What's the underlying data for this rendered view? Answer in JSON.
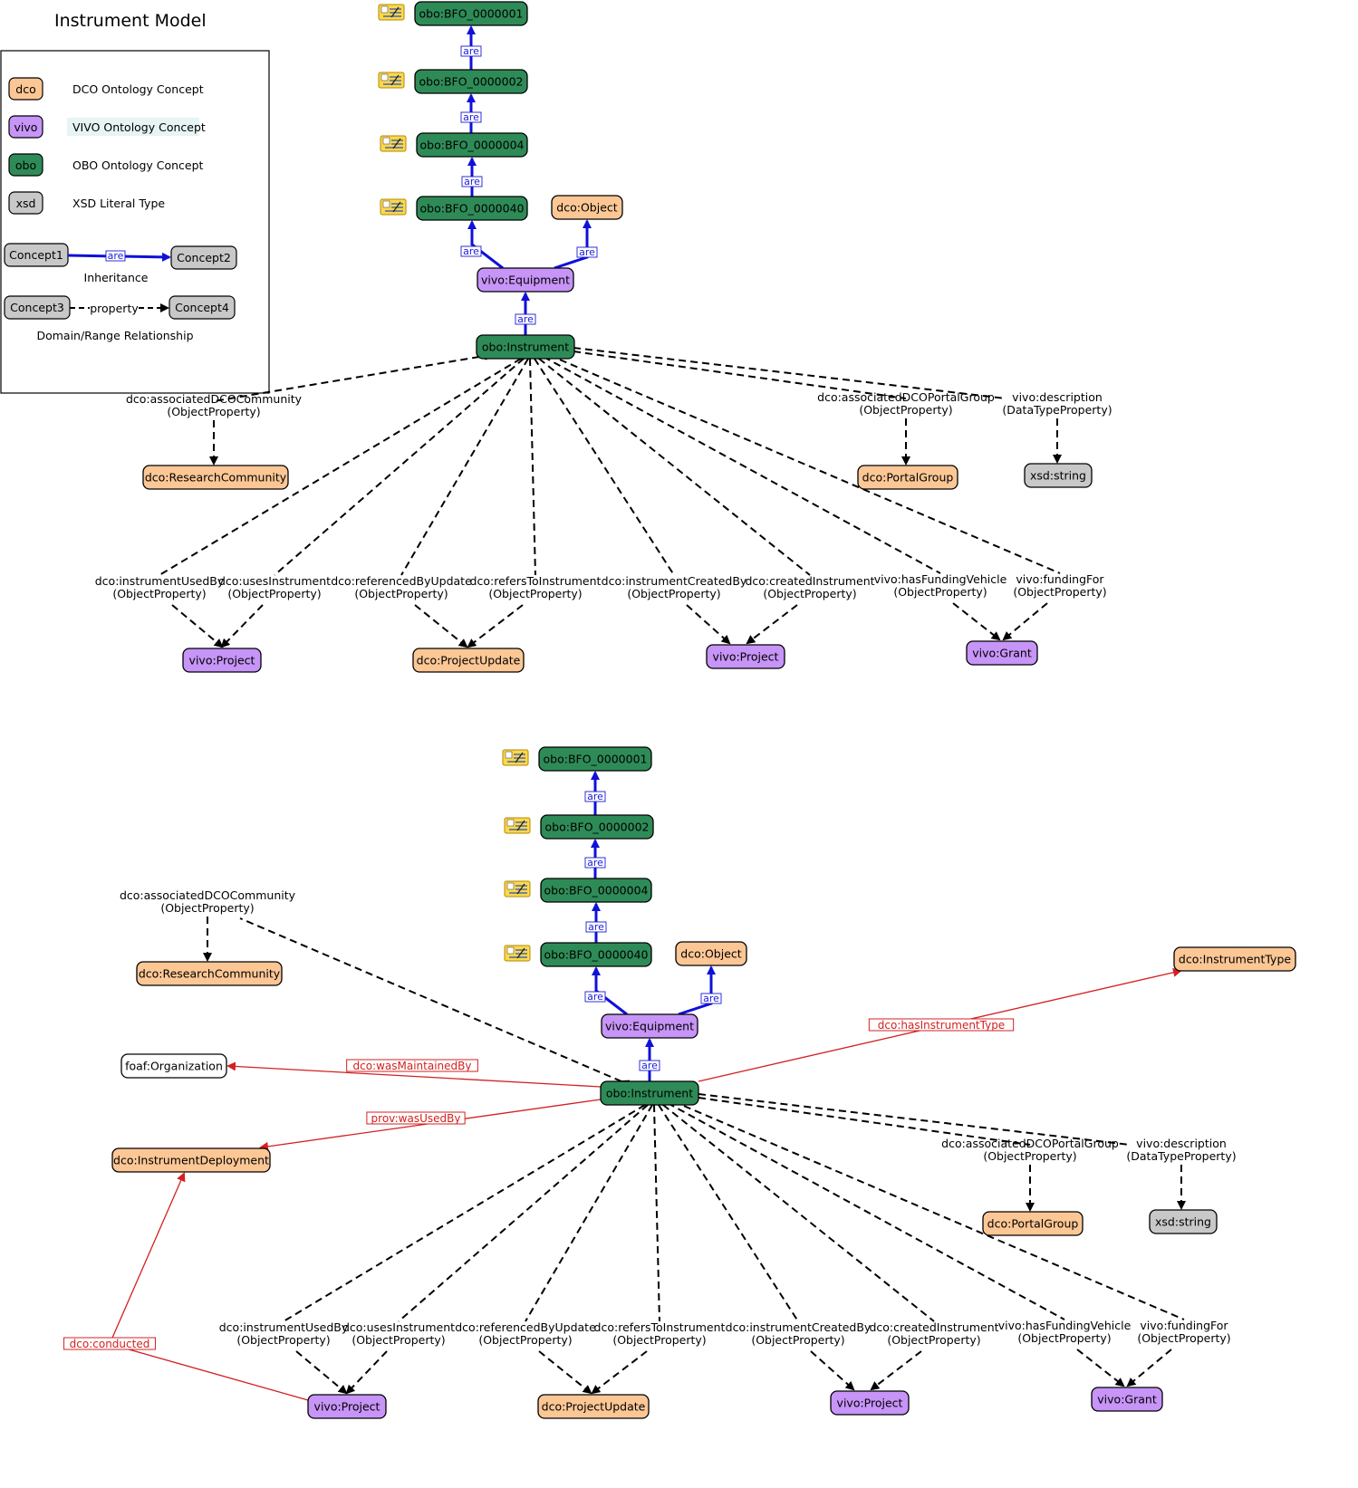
{
  "title": "Instrument Model",
  "colors": {
    "dco": "#fcc795",
    "vivo": "#c794f7",
    "obo": "#2e8b57",
    "xsd": "#c8c8c8",
    "plain": "#ffffff",
    "inherit": "#1010d8",
    "property": "#000000",
    "new_relation": "#d42020",
    "new_text": "#d42020"
  },
  "legend": {
    "items": [
      {
        "swatch": "dco",
        "text": "DCO Ontology Concept",
        "kind": "dco"
      },
      {
        "swatch": "vivo",
        "text": "VIVO Ontology Concept",
        "kind": "vivo"
      },
      {
        "swatch": "obo",
        "text": "OBO Ontology Concept",
        "kind": "obo"
      },
      {
        "swatch": "xsd",
        "text": "XSD Literal Type",
        "kind": "xsd"
      }
    ],
    "inheritance": {
      "from": "Concept1",
      "to": "Concept2",
      "edge_label": "are",
      "caption": "Inheritance"
    },
    "property": {
      "from": "Concept3",
      "to": "Concept4",
      "edge_label": "property",
      "caption": "Domain/Range Relationship"
    }
  },
  "diagrams": [
    {
      "name": "top",
      "nodes": [
        {
          "id": "bfo1",
          "text": "obo:BFO_0000001",
          "kind": "obo",
          "note_icon": true
        },
        {
          "id": "bfo2",
          "text": "obo:BFO_0000002",
          "kind": "obo",
          "note_icon": true
        },
        {
          "id": "bfo4",
          "text": "obo:BFO_0000004",
          "kind": "obo",
          "note_icon": true
        },
        {
          "id": "bfo40",
          "text": "obo:BFO_0000040",
          "kind": "obo",
          "note_icon": true
        },
        {
          "id": "object",
          "text": "dco:Object",
          "kind": "dco"
        },
        {
          "id": "equip",
          "text": "vivo:Equipment",
          "kind": "vivo"
        },
        {
          "id": "instr",
          "text": "obo:Instrument",
          "kind": "obo"
        },
        {
          "id": "rc",
          "text": "dco:ResearchCommunity",
          "kind": "dco"
        },
        {
          "id": "pg",
          "text": "dco:PortalGroup",
          "kind": "dco"
        },
        {
          "id": "xsd",
          "text": "xsd:string",
          "kind": "xsd"
        },
        {
          "id": "proj1",
          "text": "vivo:Project",
          "kind": "vivo"
        },
        {
          "id": "pu",
          "text": "dco:ProjectUpdate",
          "kind": "dco"
        },
        {
          "id": "proj2",
          "text": "vivo:Project",
          "kind": "vivo"
        },
        {
          "id": "grant",
          "text": "vivo:Grant",
          "kind": "vivo"
        }
      ],
      "inheritance": [
        {
          "from": "bfo2",
          "to": "bfo1",
          "label": "are"
        },
        {
          "from": "bfo4",
          "to": "bfo2",
          "label": "are"
        },
        {
          "from": "bfo40",
          "to": "bfo4",
          "label": "are"
        },
        {
          "from": "equip",
          "to": "bfo40",
          "label": "are"
        },
        {
          "from": "equip",
          "to": "object",
          "label": "are"
        },
        {
          "from": "instr",
          "to": "equip",
          "label": "are"
        }
      ],
      "properties": [
        {
          "name": "dco:associatedDCOCommunity",
          "type": "(ObjectProperty)",
          "range": "rc"
        },
        {
          "name": "dco:associatedDCOPortalGroup",
          "type": "(ObjectProperty)",
          "range": "pg"
        },
        {
          "name": "vivo:description",
          "type": "(DataTypeProperty)",
          "range": "xsd"
        },
        {
          "name": "dco:instrumentUsedBy",
          "type": "(ObjectProperty)",
          "range": "proj1"
        },
        {
          "name": "dco:usesInstrument",
          "type": "(ObjectProperty)",
          "range": "proj1"
        },
        {
          "name": "dco:referencedByUpdate",
          "type": "(ObjectProperty)",
          "range": "pu"
        },
        {
          "name": "dco:refersToInstrument",
          "type": "(ObjectProperty)",
          "range": "pu"
        },
        {
          "name": "dco:instrumentCreatedBy",
          "type": "(ObjectProperty)",
          "range": "proj2"
        },
        {
          "name": "dco:createdInstrument",
          "type": "(ObjectProperty)",
          "range": "proj2"
        },
        {
          "name": "vivo:hasFundingVehicle",
          "type": "(ObjectProperty)",
          "range": "grant"
        },
        {
          "name": "vivo:fundingFor",
          "type": "(ObjectProperty)",
          "range": "grant"
        }
      ]
    },
    {
      "name": "bottom",
      "nodes": [
        {
          "id": "bfo1",
          "text": "obo:BFO_0000001",
          "kind": "obo",
          "note_icon": true
        },
        {
          "id": "bfo2",
          "text": "obo:BFO_0000002",
          "kind": "obo",
          "note_icon": true
        },
        {
          "id": "bfo4",
          "text": "obo:BFO_0000004",
          "kind": "obo",
          "note_icon": true
        },
        {
          "id": "bfo40",
          "text": "obo:BFO_0000040",
          "kind": "obo",
          "note_icon": true
        },
        {
          "id": "object",
          "text": "dco:Object",
          "kind": "dco"
        },
        {
          "id": "equip",
          "text": "vivo:Equipment",
          "kind": "vivo"
        },
        {
          "id": "instr",
          "text": "obo:Instrument",
          "kind": "obo"
        },
        {
          "id": "rc",
          "text": "dco:ResearchCommunity",
          "kind": "dco"
        },
        {
          "id": "itype",
          "text": "dco:InstrumentType",
          "kind": "dco",
          "red_text": true
        },
        {
          "id": "org",
          "text": "foaf:Organization",
          "kind": "plain"
        },
        {
          "id": "deploy",
          "text": "dco:InstrumentDeployment",
          "kind": "dco",
          "red_text": true
        },
        {
          "id": "pg",
          "text": "dco:PortalGroup",
          "kind": "dco"
        },
        {
          "id": "xsd",
          "text": "xsd:string",
          "kind": "xsd"
        },
        {
          "id": "proj1",
          "text": "vivo:Project",
          "kind": "vivo"
        },
        {
          "id": "pu",
          "text": "dco:ProjectUpdate",
          "kind": "dco"
        },
        {
          "id": "proj2",
          "text": "vivo:Project",
          "kind": "vivo"
        },
        {
          "id": "grant",
          "text": "vivo:Grant",
          "kind": "vivo"
        }
      ],
      "inheritance": [
        {
          "from": "bfo2",
          "to": "bfo1",
          "label": "are"
        },
        {
          "from": "bfo4",
          "to": "bfo2",
          "label": "are"
        },
        {
          "from": "bfo40",
          "to": "bfo4",
          "label": "are"
        },
        {
          "from": "equip",
          "to": "bfo40",
          "label": "are"
        },
        {
          "from": "equip",
          "to": "object",
          "label": "are"
        },
        {
          "from": "instr",
          "to": "equip",
          "label": "are"
        }
      ],
      "properties": [
        {
          "name": "dco:associatedDCOCommunity",
          "type": "(ObjectProperty)",
          "range": "rc"
        },
        {
          "name": "dco:associatedDCOPortalGroup",
          "type": "(ObjectProperty)",
          "range": "pg"
        },
        {
          "name": "vivo:description",
          "type": "(DataTypeProperty)",
          "range": "xsd"
        },
        {
          "name": "dco:instrumentUsedBy",
          "type": "(ObjectProperty)",
          "range": "proj1"
        },
        {
          "name": "dco:usesInstrument",
          "type": "(ObjectProperty)",
          "range": "proj1"
        },
        {
          "name": "dco:referencedByUpdate",
          "type": "(ObjectProperty)",
          "range": "pu"
        },
        {
          "name": "dco:refersToInstrument",
          "type": "(ObjectProperty)",
          "range": "pu"
        },
        {
          "name": "dco:instrumentCreatedBy",
          "type": "(ObjectProperty)",
          "range": "proj2"
        },
        {
          "name": "dco:createdInstrument",
          "type": "(ObjectProperty)",
          "range": "proj2"
        },
        {
          "name": "vivo:hasFundingVehicle",
          "type": "(ObjectProperty)",
          "range": "grant"
        },
        {
          "name": "vivo:fundingFor",
          "type": "(ObjectProperty)",
          "range": "grant"
        }
      ],
      "new_relations": [
        {
          "label": "dco:hasInstrumentType",
          "from": "instr",
          "to": "itype"
        },
        {
          "label": "dco:wasMaintainedBy",
          "from": "instr",
          "to": "org"
        },
        {
          "label": "prov:wasUsedBy",
          "from": "instr",
          "to": "deploy"
        },
        {
          "label": "dco:conducted",
          "from": "proj1",
          "to": "deploy"
        }
      ]
    }
  ]
}
